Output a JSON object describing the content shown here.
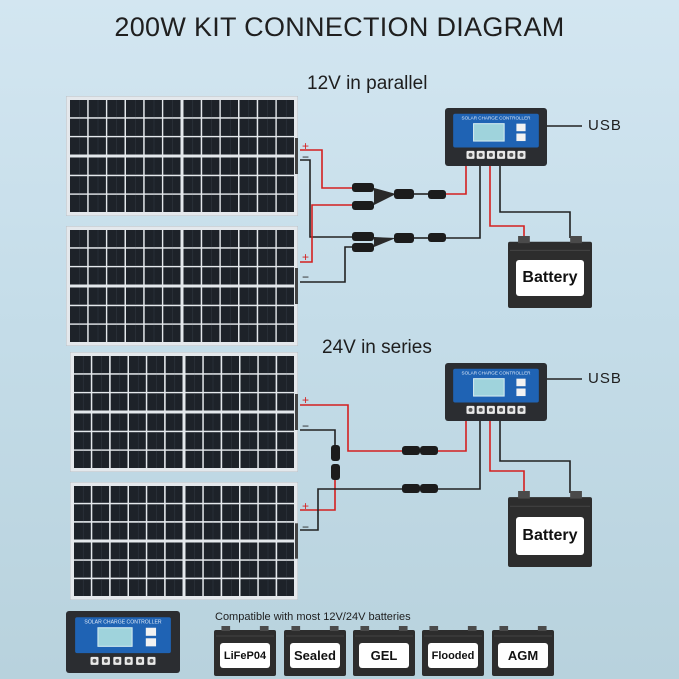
{
  "title": "200W KIT CONNECTION DIAGRAM",
  "sections": {
    "parallel_label": "12V in parallel",
    "series_label": "24V in series"
  },
  "controller": {
    "header_text": "SOLAR CHARGE CONTROLLER",
    "usb_label": "USB"
  },
  "batteries": {
    "label": "Battery"
  },
  "compatibility": {
    "caption": "Compatible with most 12V/24V batteries",
    "types": [
      "LiFeP04",
      "Sealed",
      "GEL",
      "Flooded",
      "AGM"
    ]
  },
  "polarity": {
    "plus": "+",
    "minus": "−"
  },
  "colors": {
    "positive_wire": "#d42020",
    "negative_wire": "#222222",
    "controller_blue": "#1f63b4",
    "battery_body": "#2d2d2d",
    "panel_cell": "#1d2229"
  }
}
